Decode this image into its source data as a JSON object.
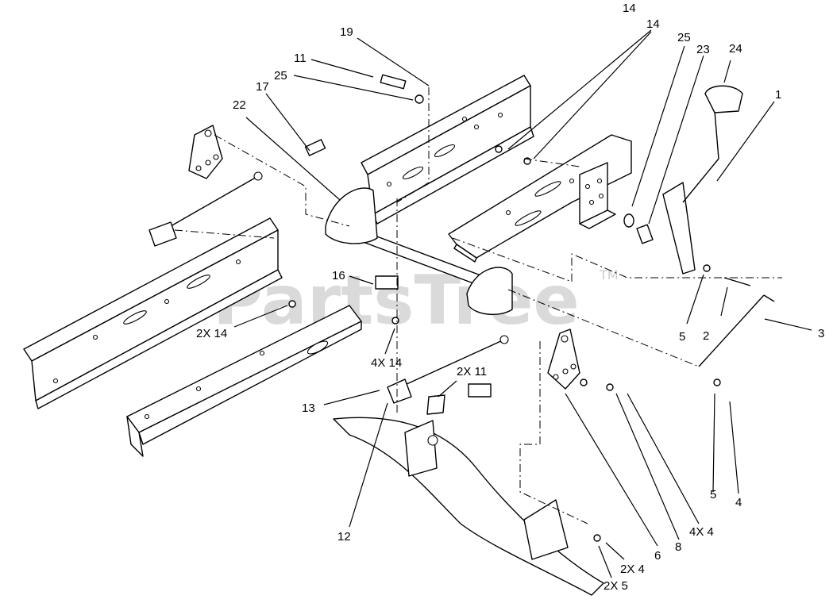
{
  "watermark": {
    "text": "PartsTree",
    "tm": "TM"
  },
  "callouts": {
    "c1": "1",
    "c2": "2",
    "c3": "3",
    "c4": "4",
    "c5a": "5",
    "c5b": "5",
    "c6": "6",
    "c8": "8",
    "c4x4": "4X 4",
    "c12": "12",
    "c13": "13",
    "c14a": "14",
    "c14b": "14",
    "c2x14": "2X 14",
    "c4x14": "4X 14",
    "c16": "16",
    "c17": "17",
    "c11": "11",
    "c25a": "25",
    "c19": "19",
    "c22": "22",
    "c25b": "25",
    "c23": "23",
    "c24": "24",
    "c2x11": "2X 11",
    "c2x4": "2X 4",
    "c2x5": "2X 5"
  }
}
